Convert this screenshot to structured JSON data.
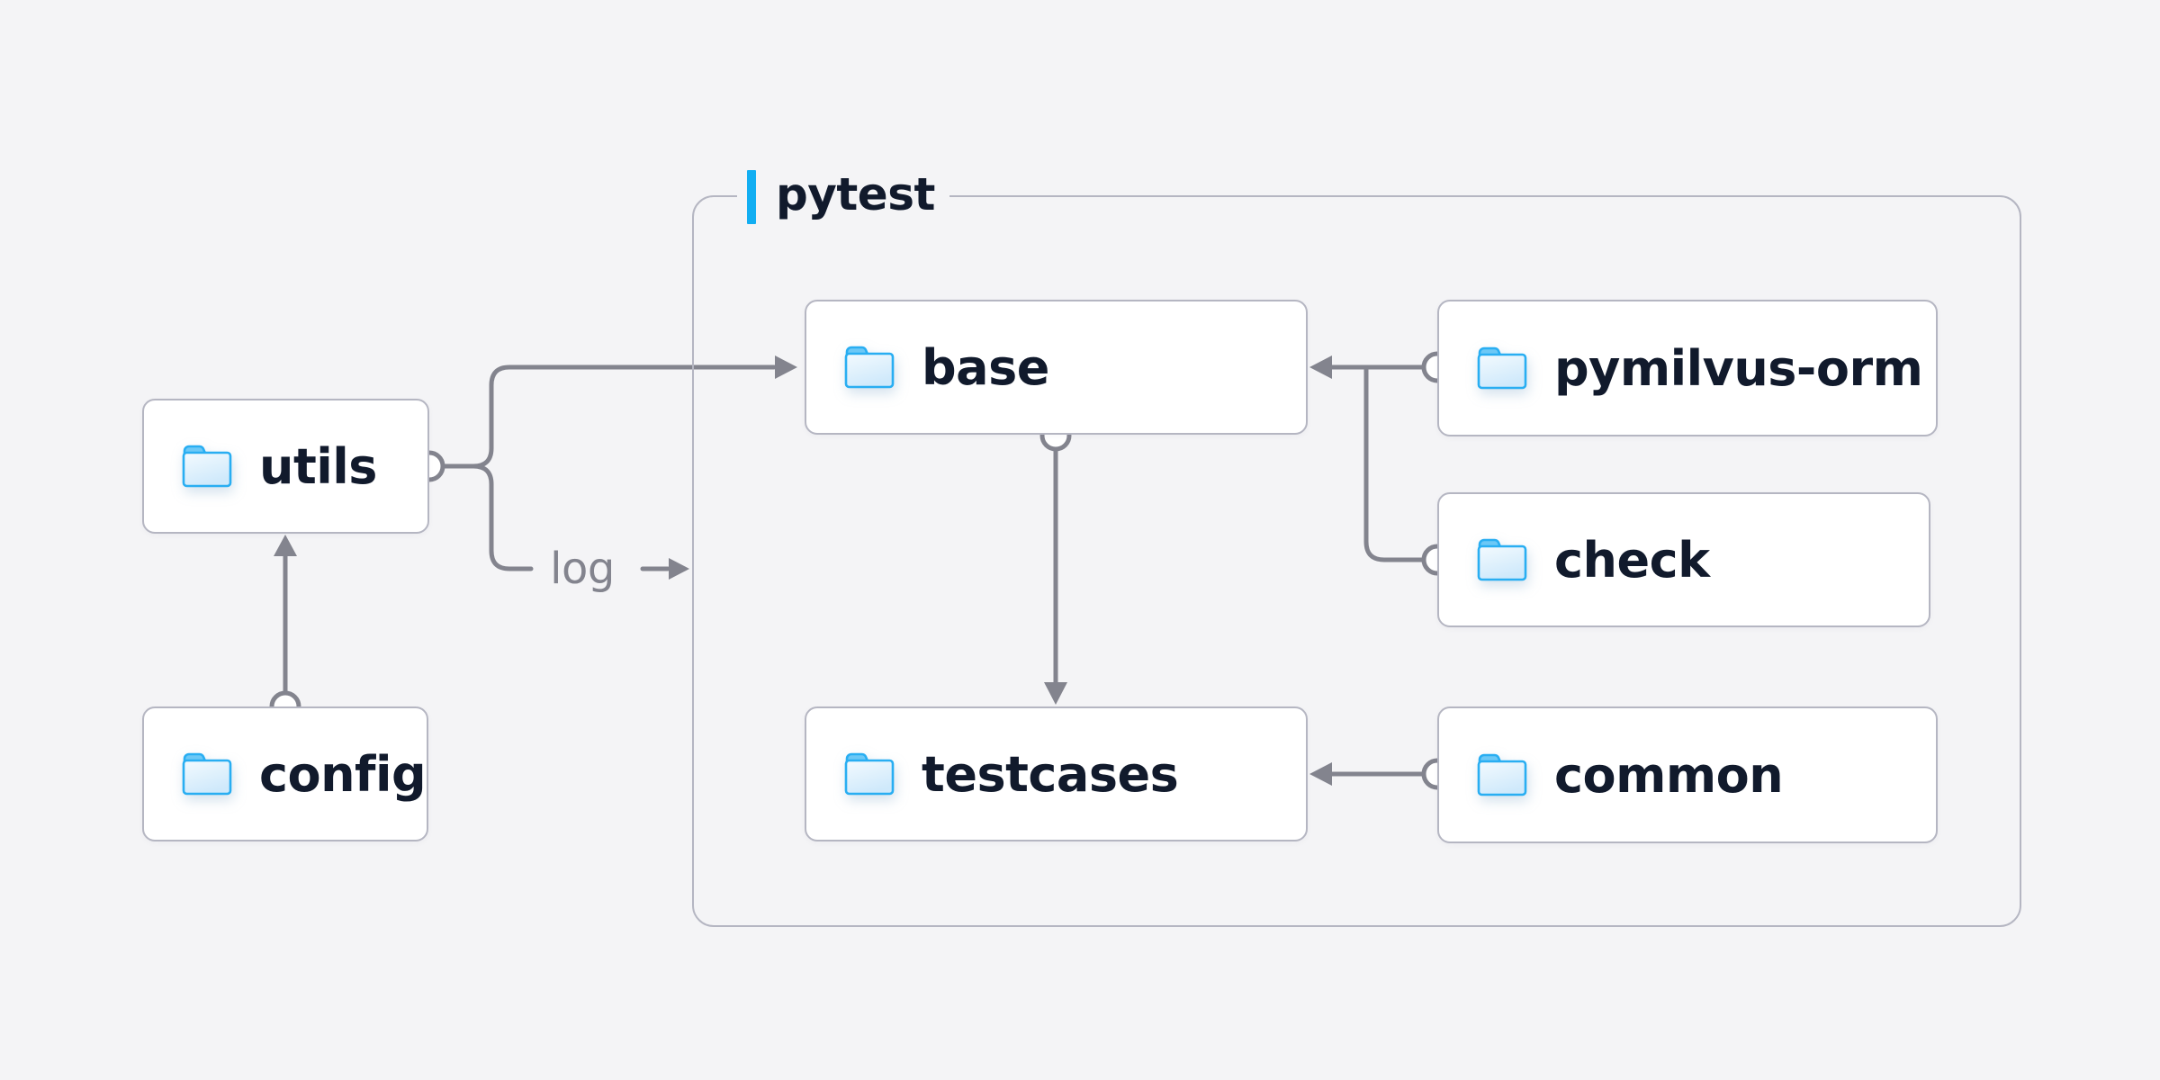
{
  "group": {
    "label": "pytest"
  },
  "nodes": [
    {
      "id": "utils",
      "label": "utils"
    },
    {
      "id": "config",
      "label": "config"
    },
    {
      "id": "base",
      "label": "base"
    },
    {
      "id": "testcases",
      "label": "testcases"
    },
    {
      "id": "pymilvus-orm",
      "label": "pymilvus-orm"
    },
    {
      "id": "check",
      "label": "check"
    },
    {
      "id": "common",
      "label": "common"
    }
  ],
  "edges": [
    {
      "from": "config",
      "to": "utils"
    },
    {
      "from": "utils",
      "to": "base"
    },
    {
      "from": "utils",
      "to": "pytest-group",
      "label": "log"
    },
    {
      "from": "pymilvus-orm",
      "to": "base"
    },
    {
      "from": "check",
      "to": "base"
    },
    {
      "from": "base",
      "to": "testcases"
    },
    {
      "from": "common",
      "to": "testcases"
    }
  ],
  "edge_labels": {
    "log": "log"
  },
  "colors": {
    "page_bg": "#f4f4f6",
    "node_bg": "#ffffff",
    "border": "#b5b6c2",
    "edge": "#83848e",
    "text": "#111a2c",
    "accent": "#12aef2",
    "folder_stroke": "#29aef2",
    "folder_tab": "#6cc8f6"
  }
}
